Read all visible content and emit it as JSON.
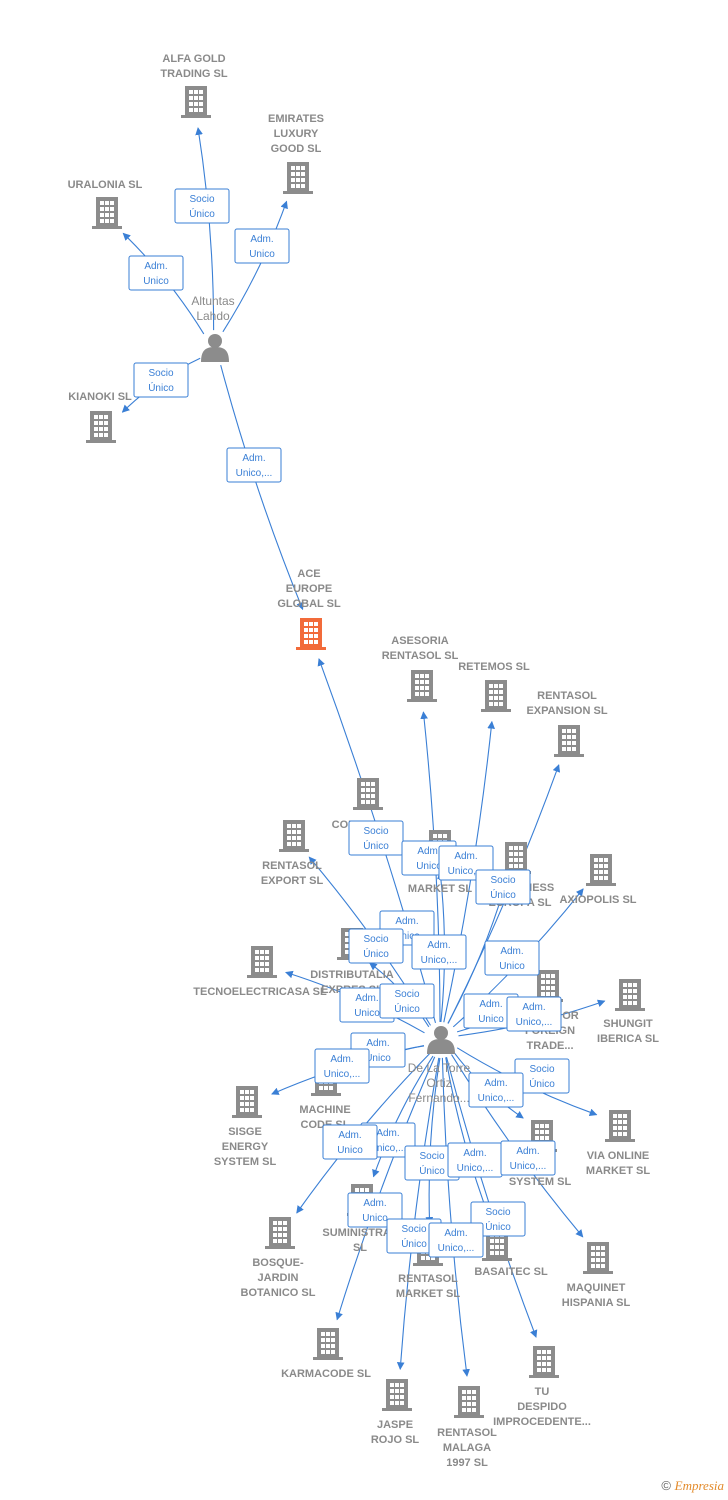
{
  "colors": {
    "edge": "#3a7fd5",
    "node": "#8c8c8c",
    "focus": "#f26b3a",
    "label": "#8a8a8a"
  },
  "nodes": [
    {
      "id": "alfa",
      "kind": "company",
      "label": [
        "ALFA GOLD",
        "TRADING SL"
      ]
    },
    {
      "id": "emirates",
      "kind": "company",
      "label": [
        "EMIRATES",
        "LUXURY",
        "GOOD SL"
      ]
    },
    {
      "id": "uralonia",
      "kind": "company",
      "label": [
        "URALONIA SL"
      ]
    },
    {
      "id": "altuntas",
      "kind": "person",
      "label": [
        "Altuntas",
        "Lahdo"
      ]
    },
    {
      "id": "kianoki",
      "kind": "company",
      "label": [
        "KIANOKI SL"
      ]
    },
    {
      "id": "ace",
      "kind": "focus",
      "label": [
        "ACE",
        "EUROPE",
        "GLOBAL SL"
      ]
    },
    {
      "id": "asesoria",
      "kind": "company",
      "label": [
        "ASESORIA",
        "RENTASOL SL"
      ]
    },
    {
      "id": "retemos",
      "kind": "company",
      "label": [
        "RETEMOS SL"
      ]
    },
    {
      "id": "rentexp",
      "kind": "company",
      "label": [
        "RENTASOL",
        "EXPANSION SL"
      ]
    },
    {
      "id": "consultor",
      "kind": "company",
      "label": [
        "CONSULTOR",
        "C..."
      ]
    },
    {
      "id": "rentexport",
      "kind": "company",
      "label": [
        "RENTASOL",
        "EXPORT SL"
      ]
    },
    {
      "id": "market",
      "kind": "company",
      "label": [
        "MARKET SL"
      ]
    },
    {
      "id": "business",
      "kind": "company",
      "label": [
        "... BUSINESS",
        "EUROPA SL"
      ]
    },
    {
      "id": "axiopolis",
      "kind": "company",
      "label": [
        "AXIOPOLIS SL"
      ]
    },
    {
      "id": "tecno",
      "kind": "company",
      "label": [
        "TECNOELECTRICASA SL"
      ]
    },
    {
      "id": "distrib",
      "kind": "company",
      "label": [
        "DISTRIBUTALIA",
        "EXPRES SL"
      ]
    },
    {
      "id": "superior",
      "kind": "company",
      "label": [
        "SUPERIOR",
        "FOREIGN",
        "TRADE..."
      ]
    },
    {
      "id": "shungit",
      "kind": "company",
      "label": [
        "SHUNGIT",
        "IBERICA SL"
      ]
    },
    {
      "id": "delatorre",
      "kind": "person",
      "label": [
        "De La Torre",
        "Ortiz",
        "Fernando..."
      ]
    },
    {
      "id": "sisge",
      "kind": "company",
      "label": [
        "SISGE",
        "ENERGY",
        "SYSTEM SL"
      ]
    },
    {
      "id": "machine",
      "kind": "company",
      "label": [
        "MACHINE",
        "CODE SL"
      ]
    },
    {
      "id": "viaonline",
      "kind": "company",
      "label": [
        "VIA ONLINE",
        "MARKET SL"
      ]
    },
    {
      "id": "system",
      "kind": "company",
      "label": [
        "...EL",
        "SYSTEM SL"
      ]
    },
    {
      "id": "suministral",
      "kind": "company",
      "label": [
        "SUMINISTRAL",
        "SL"
      ]
    },
    {
      "id": "bosque",
      "kind": "company",
      "label": [
        "BOSQUE-",
        "JARDIN",
        "BOTANICO SL"
      ]
    },
    {
      "id": "rentmarket",
      "kind": "company",
      "label": [
        "RENTASOL",
        "MARKET SL"
      ]
    },
    {
      "id": "basaitec",
      "kind": "company",
      "label": [
        "BASAITEC SL"
      ]
    },
    {
      "id": "maquinet",
      "kind": "company",
      "label": [
        "MAQUINET",
        "HISPANIA SL"
      ]
    },
    {
      "id": "karmacode",
      "kind": "company",
      "label": [
        "KARMACODE SL"
      ]
    },
    {
      "id": "tudespido",
      "kind": "company",
      "label": [
        "TU",
        "DESPIDO",
        "IMPROCEDENTE..."
      ]
    },
    {
      "id": "jaspe",
      "kind": "company",
      "label": [
        "JASPE",
        "ROJO SL"
      ]
    },
    {
      "id": "rentmalaga",
      "kind": "company",
      "label": [
        "RENTASOL",
        "MALAGA",
        "1997 SL"
      ]
    }
  ],
  "edges": [
    {
      "from": "altuntas",
      "to": "alfa",
      "label": [
        "Socio",
        "Único"
      ]
    },
    {
      "from": "altuntas",
      "to": "emirates",
      "label": [
        "Adm.",
        "Unico"
      ]
    },
    {
      "from": "altuntas",
      "to": "uralonia",
      "label": [
        "Adm.",
        "Unico"
      ]
    },
    {
      "from": "altuntas",
      "to": "kianoki",
      "label": [
        "Socio",
        "Único"
      ]
    },
    {
      "from": "altuntas",
      "to": "ace",
      "label": [
        "Adm.",
        "Unico,..."
      ]
    },
    {
      "from": "delatorre",
      "to": "ace",
      "label": [
        "Socio",
        "Único"
      ]
    },
    {
      "from": "delatorre",
      "to": "asesoria",
      "label": [
        "Adm.",
        "Unico"
      ]
    },
    {
      "from": "delatorre",
      "to": "retemos",
      "label": [
        "Adm.",
        "Unico,..."
      ]
    },
    {
      "from": "delatorre",
      "to": "rentexp",
      "label": [
        "Socio",
        "Único"
      ]
    },
    {
      "from": "delatorre",
      "to": "market",
      "label": [
        "Adm.",
        "Unico"
      ]
    },
    {
      "from": "delatorre",
      "to": "rentexport",
      "label": [
        "Socio",
        "Único"
      ]
    },
    {
      "from": "delatorre",
      "to": "business",
      "label": [
        "Adm.",
        "Unico,..."
      ]
    },
    {
      "from": "delatorre",
      "to": "axiopolis",
      "label": [
        "Adm.",
        "Unico"
      ]
    },
    {
      "from": "delatorre",
      "to": "distrib",
      "label": [
        "Adm.",
        "Unico"
      ]
    },
    {
      "from": "delatorre",
      "to": "tecno",
      "label": [
        "Socio",
        "Único"
      ]
    },
    {
      "from": "delatorre",
      "to": "superior",
      "label": [
        "Adm.",
        "Unico"
      ]
    },
    {
      "from": "delatorre",
      "to": "shungit",
      "label": [
        "Adm.",
        "Unico,..."
      ]
    },
    {
      "from": "delatorre",
      "to": "machine",
      "label": [
        "Adm.",
        "Unico"
      ]
    },
    {
      "from": "delatorre",
      "to": "sisge",
      "label": [
        "Adm.",
        "Unico,..."
      ]
    },
    {
      "from": "delatorre",
      "to": "viaonline",
      "label": [
        "Socio",
        "Único"
      ]
    },
    {
      "from": "delatorre",
      "to": "system",
      "label": [
        "Adm.",
        "Unico,..."
      ]
    },
    {
      "from": "delatorre",
      "to": "suministral",
      "label": [
        "Adm.",
        "Unico,..."
      ]
    },
    {
      "from": "delatorre",
      "to": "bosque",
      "label": [
        "Adm.",
        "Unico"
      ]
    },
    {
      "from": "delatorre",
      "to": "rentmarket",
      "label": [
        "Socio",
        "Único"
      ]
    },
    {
      "from": "delatorre",
      "to": "basaitec",
      "label": [
        "Adm.",
        "Unico,..."
      ]
    },
    {
      "from": "delatorre",
      "to": "maquinet",
      "label": [
        "Adm.",
        "Unico,..."
      ]
    },
    {
      "from": "delatorre",
      "to": "karmacode",
      "label": [
        "Adm.",
        "Unico"
      ]
    },
    {
      "from": "delatorre",
      "to": "tudespido",
      "label": [
        "Socio",
        "Único"
      ]
    },
    {
      "from": "delatorre",
      "to": "jaspe",
      "label": [
        "Socio",
        "Único"
      ]
    },
    {
      "from": "delatorre",
      "to": "rentmalaga",
      "label": [
        "Adm.",
        "Unico,..."
      ]
    }
  ],
  "footer": {
    "copyright": "©",
    "brand": "Empresia"
  }
}
